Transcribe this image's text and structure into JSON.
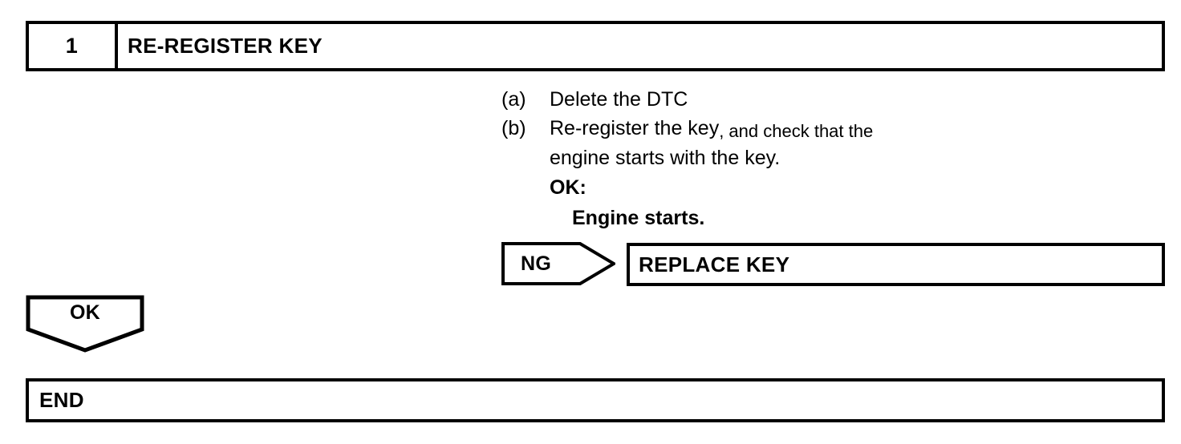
{
  "step": {
    "number": "1",
    "title": "RE-REGISTER KEY"
  },
  "instructions": [
    {
      "marker": "(a)",
      "text": "Delete the DTC",
      "text_small": ""
    },
    {
      "marker": "(b)",
      "text": "Re-register the key",
      "text_small": ", and check that the"
    }
  ],
  "instruction_continuation": "engine starts with the key.",
  "result": {
    "ok_label": "OK:",
    "ok_detail": "Engine starts."
  },
  "branch_ng": {
    "label": "NG",
    "target": "REPLACE KEY"
  },
  "branch_ok": {
    "label": "OK"
  },
  "end": {
    "label": "END"
  },
  "colors": {
    "ink": "#000000",
    "paper": "#ffffff"
  }
}
